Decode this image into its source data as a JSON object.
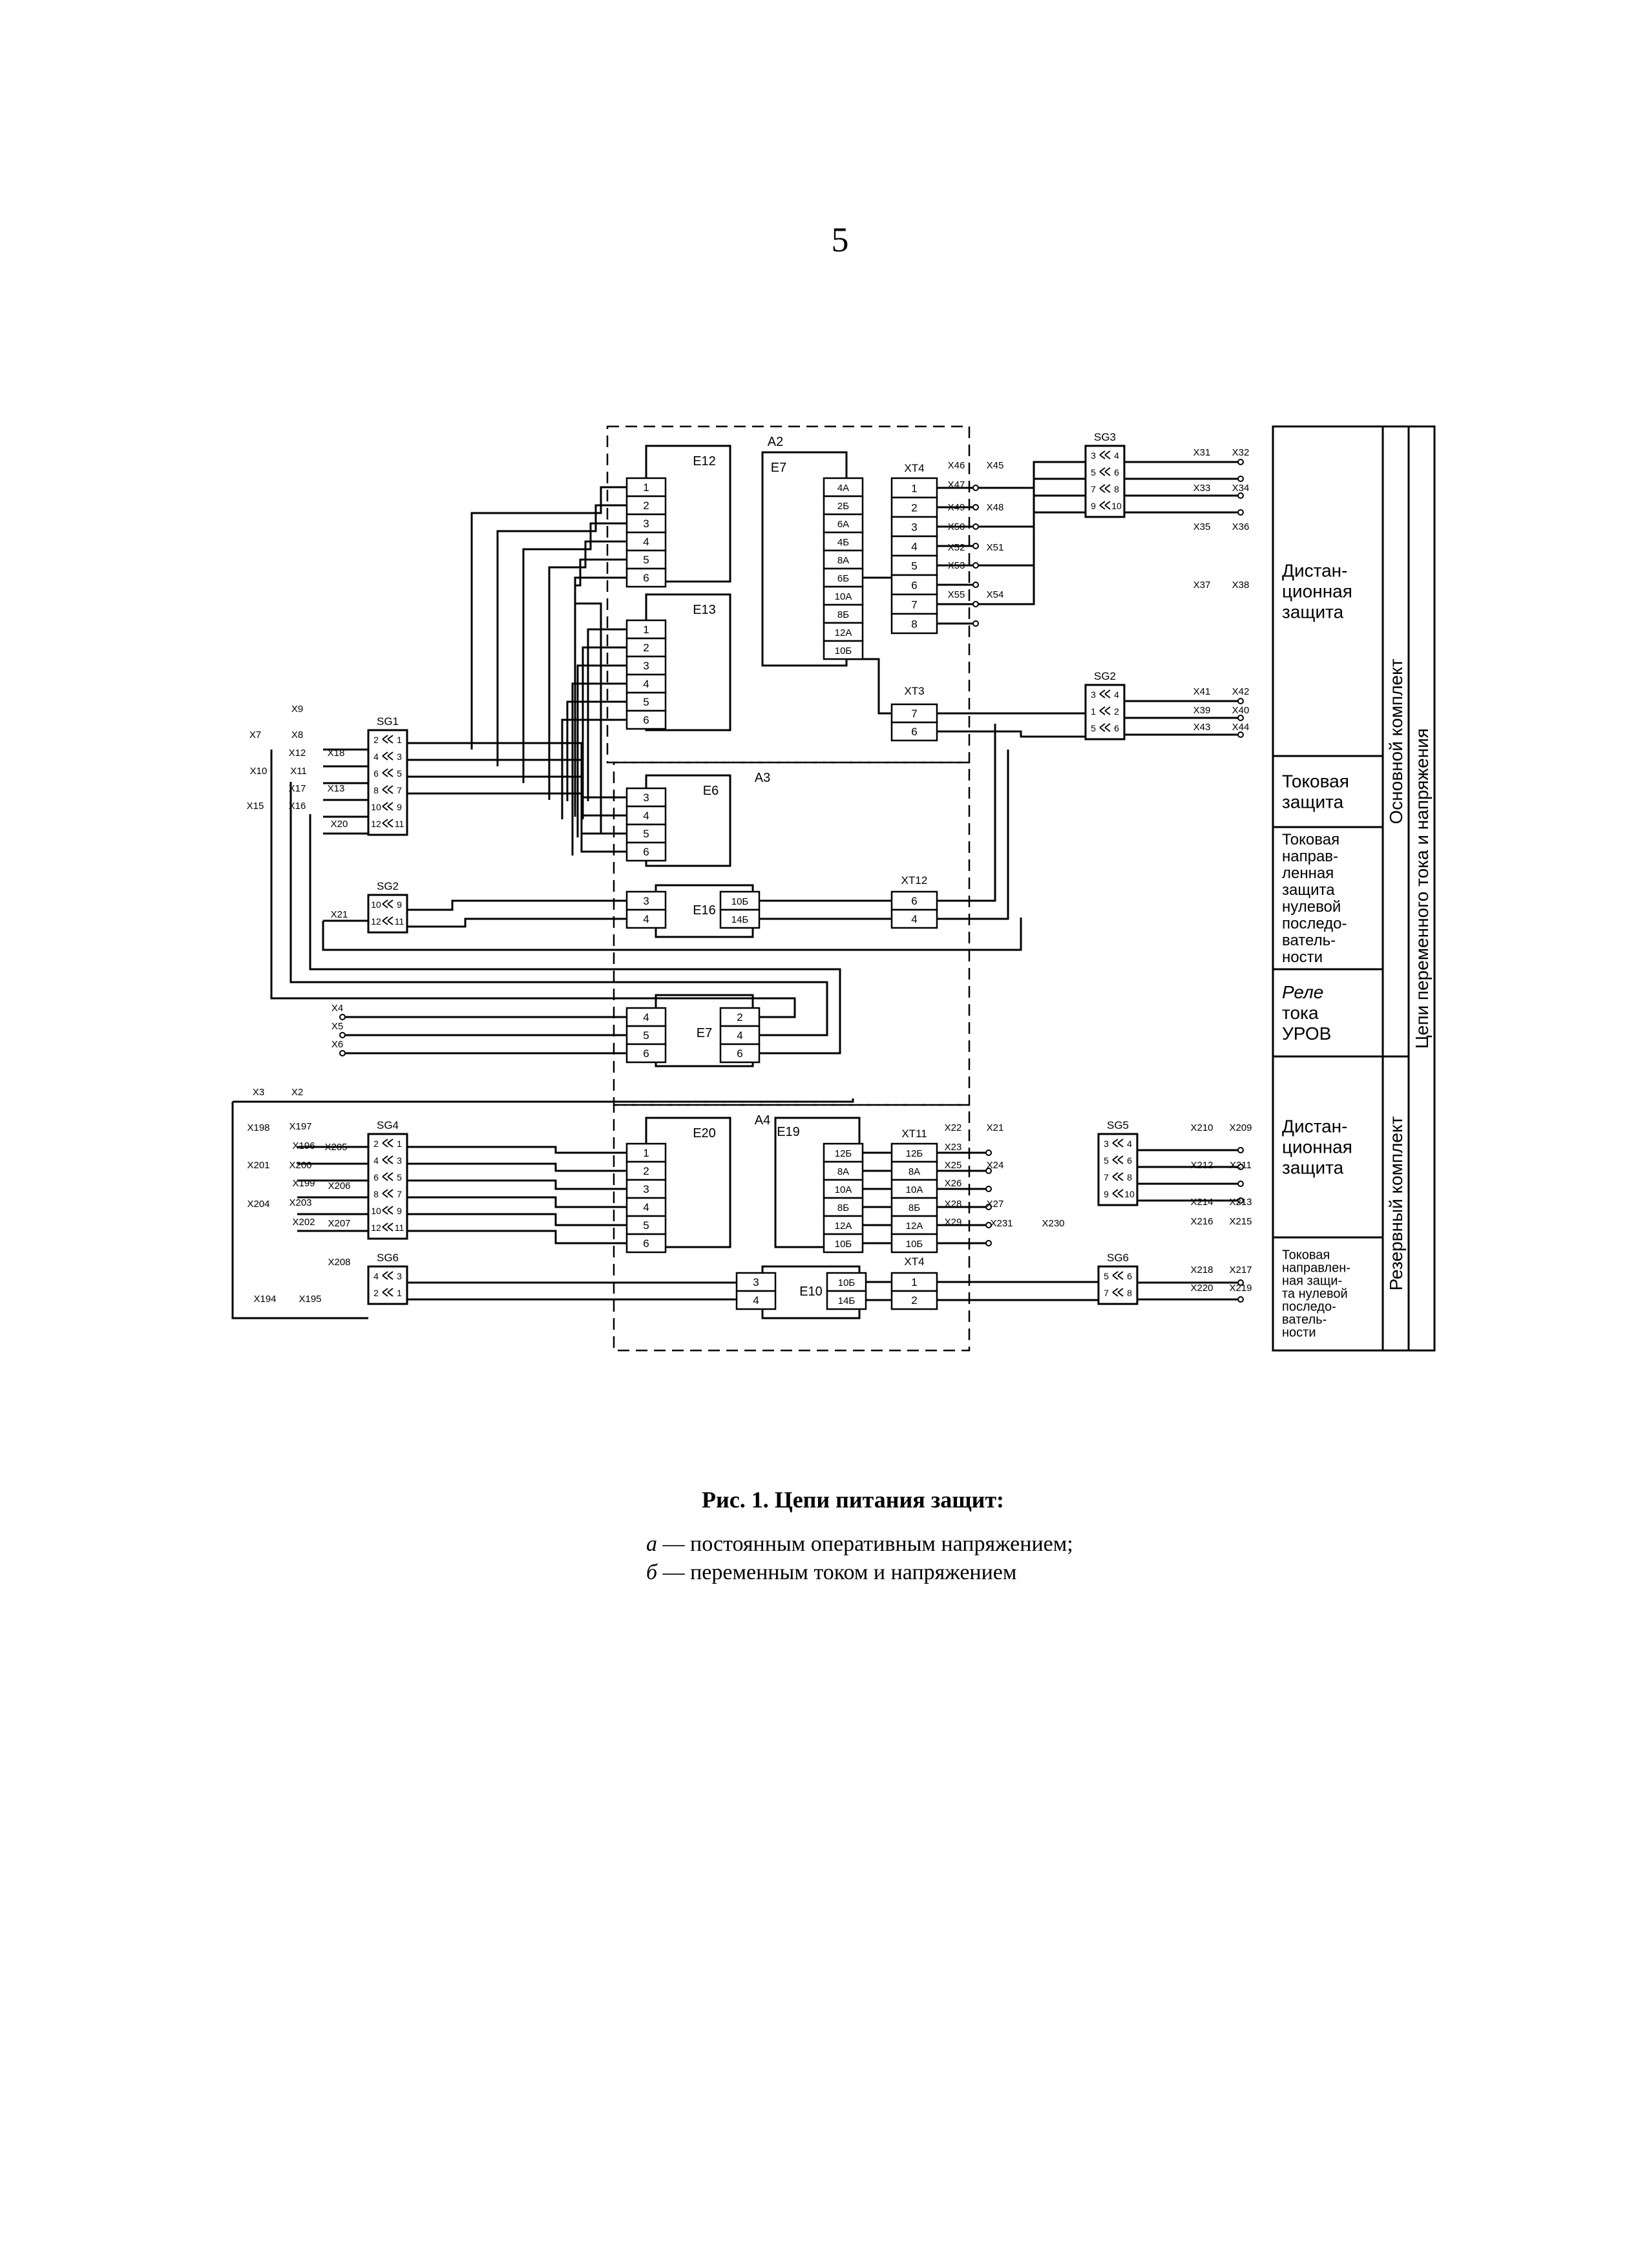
{
  "page": {
    "number": "5"
  },
  "diagram": {
    "blocks": {
      "A2": "A2",
      "A3": "A3",
      "A4": "A4",
      "E12": "E12",
      "E7top": "E7",
      "E13": "E13",
      "E6": "E6",
      "E16": "E16",
      "E7mid": "E7",
      "E20": "E20",
      "E19": "E19",
      "E10": "E10",
      "XT4": "XT4",
      "XT3": "XT3",
      "XT12": "XT12",
      "XT11": "XT11",
      "XT4b": "XT4",
      "SG1": "SG1",
      "SG2": "SG2",
      "SG3": "SG3",
      "SG2b": "SG2",
      "SG4": "SG4",
      "SG6": "SG6",
      "SG5": "SG5",
      "SG6b": "SG6"
    },
    "e12_pins": [
      "1",
      "2",
      "3",
      "4",
      "5",
      "6"
    ],
    "e13_pins": [
      "1",
      "2",
      "3",
      "4",
      "5",
      "6"
    ],
    "e7_pins": [
      "4A",
      "2Б",
      "6A",
      "4Б",
      "8A",
      "6Б",
      "10A",
      "8Б",
      "12A",
      "10Б"
    ],
    "xt4_pins": [
      "1",
      "2",
      "3",
      "4",
      "5",
      "6",
      "7",
      "8"
    ],
    "xt3_pins": [
      "7",
      "6"
    ],
    "e6_pins": [
      "3",
      "4",
      "5",
      "6"
    ],
    "e16_left": [
      "3",
      "4"
    ],
    "e16_right": [
      "10Б",
      "14Б"
    ],
    "xt12_pins": [
      "6",
      "4"
    ],
    "e7mid_left": [
      "4",
      "5",
      "6"
    ],
    "e7mid_right": [
      "2",
      "4",
      "6"
    ],
    "e20_pins": [
      "1",
      "2",
      "3",
      "4",
      "5",
      "6"
    ],
    "e19_pins": [
      "12Б",
      "8A",
      "10A",
      "8Б",
      "12A",
      "10Б"
    ],
    "xt11_pins": [
      "12Б",
      "8A",
      "10A",
      "8Б",
      "12A",
      "10Б"
    ],
    "e10_left": [
      "3",
      "4"
    ],
    "e10_right": [
      "10Б",
      "14Б"
    ],
    "xt4b_pins": [
      "1",
      "2"
    ],
    "sg1_left": [
      "2",
      "4",
      "6",
      "8",
      "10",
      "12"
    ],
    "sg1_right": [
      "1",
      "3",
      "5",
      "7",
      "9",
      "11"
    ],
    "sg2_left": [
      "10",
      "12"
    ],
    "sg2_right": [
      "9",
      "11"
    ],
    "sg3_left": [
      "3",
      "5",
      "7",
      "9"
    ],
    "sg3_right": [
      "4",
      "6",
      "8",
      "10"
    ],
    "sg2b_left": [
      "3",
      "1",
      "5"
    ],
    "sg2b_right": [
      "4",
      "2",
      "6"
    ],
    "sg4_left": [
      "2",
      "4",
      "6",
      "8",
      "10",
      "12"
    ],
    "sg4_right": [
      "1",
      "3",
      "5",
      "7",
      "9",
      "11"
    ],
    "sg6_left": [
      "4",
      "2"
    ],
    "sg6_right": [
      "3",
      "1"
    ],
    "sg5_left": [
      "3",
      "5",
      "7",
      "9"
    ],
    "sg5_right": [
      "4",
      "6",
      "8",
      "10"
    ],
    "sg6b_left": [
      "5",
      "7"
    ],
    "sg6b_right": [
      "6",
      "8"
    ],
    "x_labels": {
      "x9": "X9",
      "x7": "X7",
      "x8": "X8",
      "x12": "X12",
      "x10": "X10",
      "x11": "X11",
      "x17": "X17",
      "x13": "X13",
      "x15": "X15",
      "x16": "X16",
      "x20": "X20",
      "x18": "X18",
      "x21": "X21",
      "x4": "X4",
      "x5": "X5",
      "x6": "X6",
      "x3": "X3",
      "x2": "X2",
      "x46": "X46",
      "x45": "X45",
      "x47": "X47",
      "x49": "X49",
      "x48": "X48",
      "x50": "X50",
      "x52": "X52",
      "x51": "X51",
      "x53": "X53",
      "x55": "X55",
      "x54": "X54",
      "x31": "X31",
      "x32": "X32",
      "x33": "X33",
      "x34": "X34",
      "x35": "X35",
      "x36": "X36",
      "x37": "X37",
      "x38": "X38",
      "x41": "X41",
      "x42": "X42",
      "x39": "X39",
      "x40": "X40",
      "x43": "X43",
      "x44": "X44",
      "x198": "X198",
      "x197": "X197",
      "x196": "X196",
      "x205": "X205",
      "x201": "X201",
      "x200": "X200",
      "x199": "X199",
      "x206": "X206",
      "x204": "X204",
      "x203": "X203",
      "x202": "X202",
      "x207": "X207",
      "x208": "X208",
      "x194": "X194",
      "x195": "X195",
      "x22": "X22",
      "x21b": "X21",
      "x23": "X23",
      "x25": "X25",
      "x24": "X24",
      "x26": "X26",
      "x28": "X28",
      "x27": "X27",
      "x29": "X29",
      "x231": "X231",
      "x230": "X230",
      "x210": "X210",
      "x209": "X209",
      "x212": "X212",
      "x211": "X211",
      "x214": "X214",
      "x213": "X213",
      "x216": "X216",
      "x215": "X215",
      "x218": "X218",
      "x217": "X217",
      "x220": "X220",
      "x219": "X219"
    }
  },
  "legend": {
    "inner": [
      "Дистан-\nционная\nзащита",
      "Токовая\nзащита",
      "Токовая\nнаправ-\nленная\nзащита\nнулевой\nпоследо-\nватель-\nности",
      "Реле\nтока\nУРОВ",
      "Дистан-\nционная\nзащита",
      "Токовая\nнаправлен-\nная защи-\nта нулевой\nпоследо-\nватель-\nности"
    ],
    "groups": [
      "Основной комплект",
      "Резервный комплект"
    ],
    "outer": "Цепи переменного тока и напряжения"
  },
  "caption": {
    "title": "Рис. 1. Цепи питания защит:",
    "line_a_letter": "а",
    "line_a_text": " — постоянным оперативным напряжением;",
    "line_b_letter": "б",
    "line_b_text": " — переменным током и напряжением"
  }
}
